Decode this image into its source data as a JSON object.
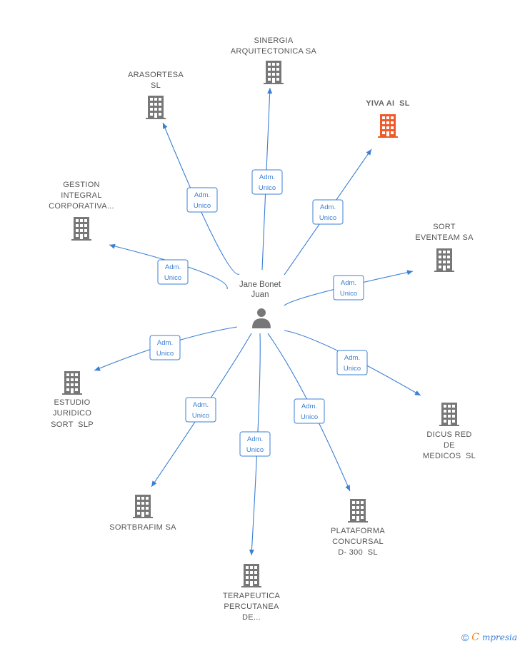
{
  "center": {
    "name_lines": [
      "Jane Bonet",
      "Juan"
    ],
    "icon": "person-icon"
  },
  "colors": {
    "edge": "#3b7fd4",
    "building": "#777777",
    "highlight_building": "#f05a28"
  },
  "role_label_lines": [
    "Adm.",
    "Unico"
  ],
  "companies": [
    {
      "id": "sinergia",
      "lines": [
        "SINERGIA",
        "ARQUITECTONICA SA"
      ],
      "highlight": false
    },
    {
      "id": "arasortesa",
      "lines": [
        "ARASORTESA",
        "SL"
      ],
      "highlight": false
    },
    {
      "id": "yiva",
      "lines": [
        "YIVA AI  SL"
      ],
      "highlight": true
    },
    {
      "id": "gestion",
      "lines": [
        "GESTION",
        "INTEGRAL",
        "CORPORATIVA..."
      ],
      "highlight": false
    },
    {
      "id": "sort-eventeam",
      "lines": [
        "SORT",
        "EVENTEAM SA"
      ],
      "highlight": false
    },
    {
      "id": "estudio",
      "lines": [
        "ESTUDIO",
        "JURIDICO",
        "SORT  SLP"
      ],
      "highlight": false
    },
    {
      "id": "dicus",
      "lines": [
        "DICUS RED",
        "DE",
        "MEDICOS  SL"
      ],
      "highlight": false
    },
    {
      "id": "sortbrafim",
      "lines": [
        "SORTBRAFIM SA"
      ],
      "highlight": false
    },
    {
      "id": "plataforma",
      "lines": [
        "PLATAFORMA",
        "CONCURSAL",
        "D- 300  SL"
      ],
      "highlight": false
    },
    {
      "id": "terapeutica",
      "lines": [
        "TERAPEUTICA",
        "PERCUTANEA",
        "DE..."
      ],
      "highlight": false
    }
  ],
  "brand": {
    "copyright": "©",
    "initial": "C",
    "rest": "mpresia"
  }
}
